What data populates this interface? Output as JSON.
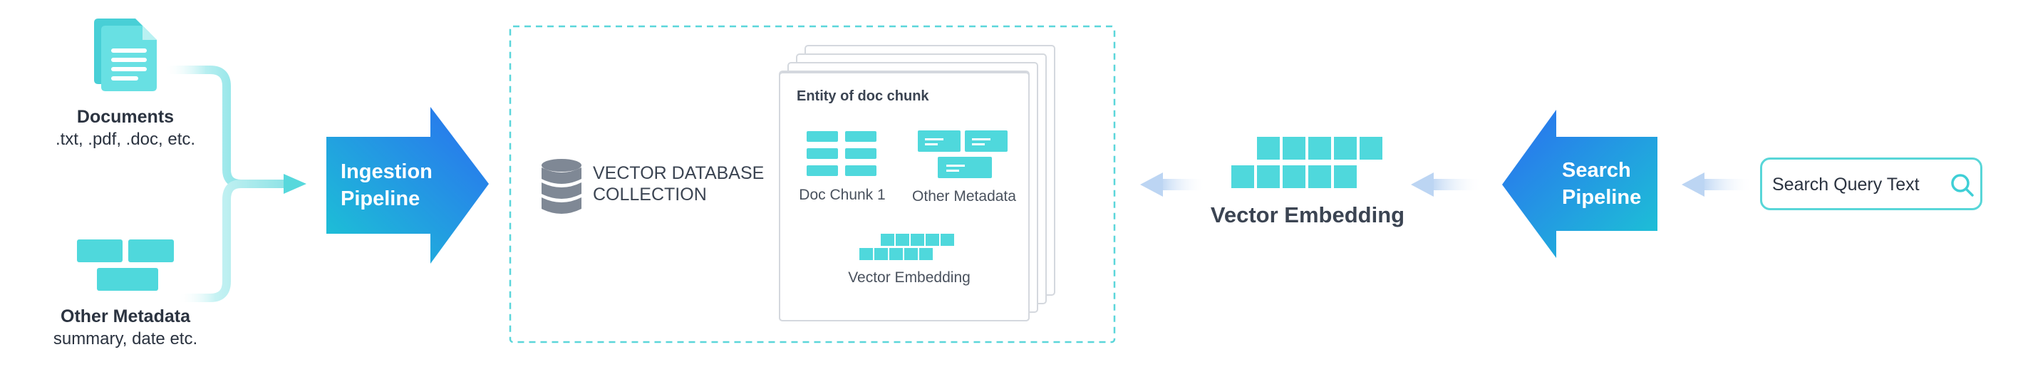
{
  "sources": {
    "documents": {
      "title": "Documents",
      "subtitle": ".txt, .pdf, .doc, etc."
    },
    "metadata": {
      "title": "Other Metadata",
      "subtitle": "summary, date etc."
    }
  },
  "ingestion": {
    "label_line1": "Ingestion",
    "label_line2": "Pipeline"
  },
  "database": {
    "title_line1": "VECTOR DATABASE",
    "title_line2": "COLLECTION",
    "entity_title": "Entity of doc chunk",
    "doc_chunk_label": "Doc Chunk 1",
    "metadata_label": "Other Metadata",
    "embedding_label": "Vector Embedding"
  },
  "vector_embedding": {
    "label": "Vector Embedding"
  },
  "search": {
    "label_line1": "Search",
    "label_line2": "Pipeline"
  },
  "query": {
    "label": "Search Query Text",
    "icon": "search-icon"
  },
  "colors": {
    "teal": "#4fd8dc",
    "teal_light": "#aeeef0",
    "pipeline_gradient_start": "#1fc1d6",
    "pipeline_gradient_end": "#2570e8",
    "text": "#2b3340",
    "flow_arrow": "#d7e6f8"
  }
}
